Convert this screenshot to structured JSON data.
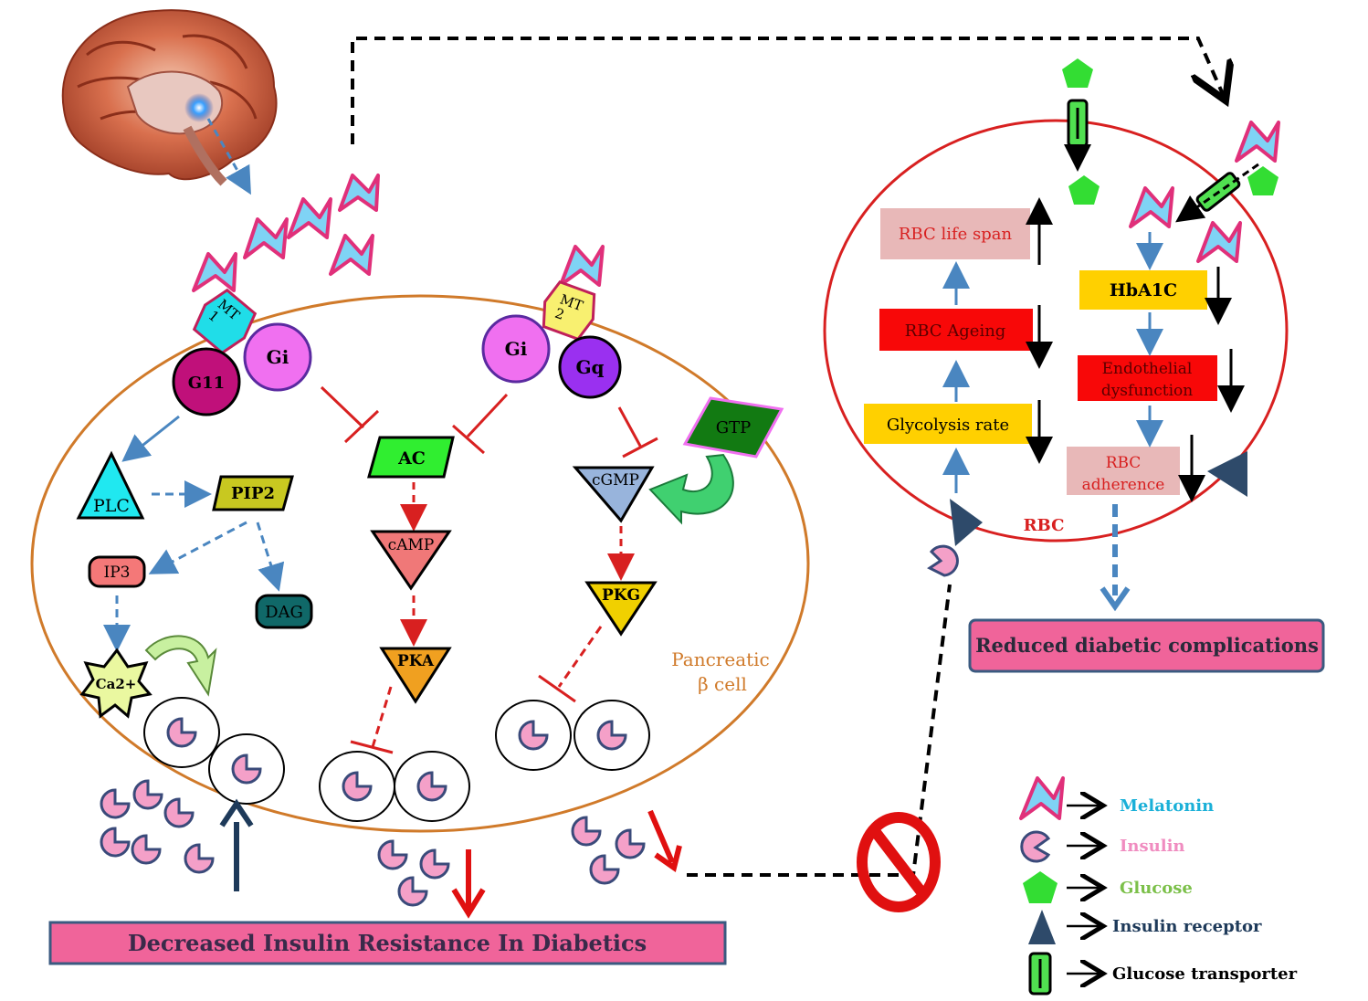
{
  "colors": {
    "melatonin_fill": "#7fd3f5",
    "melatonin_edge": "#e0307a",
    "insulin_fill": "#f4a0c8",
    "insulin_edge": "#3a4a7a",
    "glucose": "#33dd33",
    "receptor": "#2e4a6a",
    "cell_border": "#d07a2a",
    "rbc_border": "#d82020",
    "inhibit": "#d82020",
    "blue_arrow": "#4a86c0",
    "banner_fill": "#f0649a",
    "banner_edge": "#3a5a80"
  },
  "beta_cell": {
    "receptors": {
      "mt1": "MT\n1",
      "mt2": "MT\n2"
    },
    "gproteins": {
      "g11": "G11",
      "gi_left": "Gi",
      "gi_right": "Gi",
      "gq": "Gq"
    },
    "nodes": {
      "plc": "PLC",
      "pip2": "PIP2",
      "ip3": "IP3",
      "dag": "DAG",
      "ca": "Ca2+",
      "ac": "AC",
      "camp": "cAMP",
      "pka": "PKA",
      "gtp": "GTP",
      "cgmp": "cGMP",
      "pkg": "PKG"
    },
    "cell_label_line1": "Pancreatic",
    "cell_label_line2": "β cell"
  },
  "rbc": {
    "label": "RBC",
    "left_boxes": {
      "life_span": "RBC life span",
      "ageing": "RBC Ageing",
      "glycolysis": "Glycolysis rate"
    },
    "right_boxes": {
      "hba1c": "HbA1C",
      "endothelial_line1": "Endothelial",
      "endothelial_line2": "dysfunction",
      "adherence_line1": "RBC",
      "adherence_line2": "adherence"
    }
  },
  "banners": {
    "left": "Decreased Insulin Resistance In Diabetics",
    "right": "Reduced diabetic complications"
  },
  "legend": [
    {
      "icon": "melatonin-icon",
      "label": "Melatonin",
      "color": "#1ab0d8"
    },
    {
      "icon": "insulin-icon",
      "label": "Insulin",
      "color": "#f08cc0"
    },
    {
      "icon": "glucose-icon",
      "label": "Glucose",
      "color": "#7cc04a"
    },
    {
      "icon": "insulin-receptor-icon",
      "label": "Insulin receptor",
      "color": "#1e3a5a"
    },
    {
      "icon": "glucose-transporter-icon",
      "label": "Glucose transporter",
      "color": "#000000"
    }
  ]
}
